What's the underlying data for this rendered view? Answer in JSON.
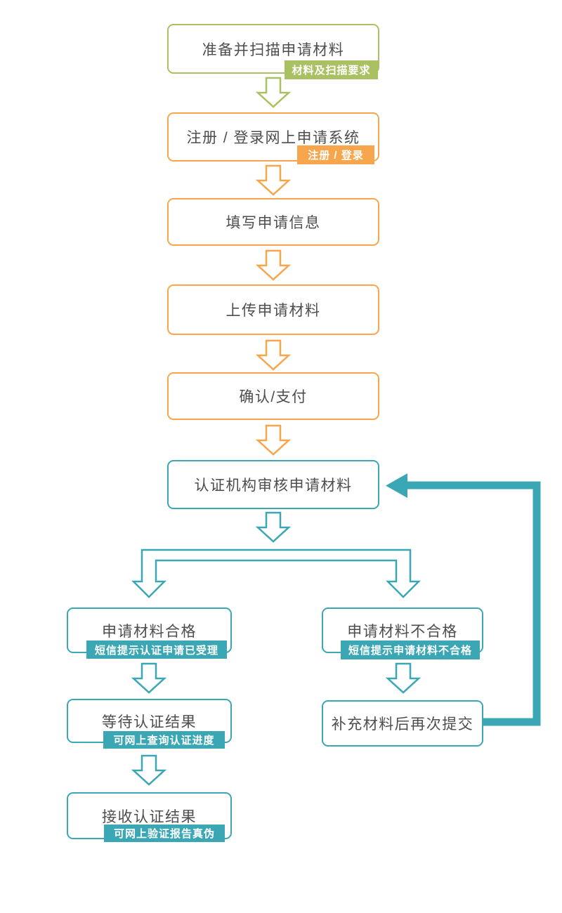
{
  "palette": {
    "green": "#a9c162",
    "orange": "#f7a64e",
    "teal": "#3ba7b4",
    "ink": "#4d4d4d"
  },
  "steps": [
    {
      "label": "准备并扫描申请材料",
      "badge": "材料及扫描要求",
      "color": "green"
    },
    {
      "label": "注册 / 登录网上申请系统",
      "badge": "注册 / 登录",
      "color": "orange"
    },
    {
      "label": "填写申请信息",
      "color": "orange"
    },
    {
      "label": "上传申请材料",
      "color": "orange"
    },
    {
      "label": "确认/支付",
      "color": "orange"
    },
    {
      "label": "认证机构审核申请材料",
      "color": "teal"
    },
    {
      "label": "申请材料合格",
      "badge": "短信提示认证申请已受理",
      "color": "teal"
    },
    {
      "label": "申请材料不合格",
      "badge": "短信提示申请材料不合格",
      "color": "teal"
    },
    {
      "label": "等待认证结果",
      "badge": "可网上查询认证进度",
      "color": "teal"
    },
    {
      "label": "补充材料后再次提交",
      "color": "teal"
    },
    {
      "label": "接收认证结果",
      "badge": "可网上验证报告真伪",
      "color": "teal"
    }
  ]
}
